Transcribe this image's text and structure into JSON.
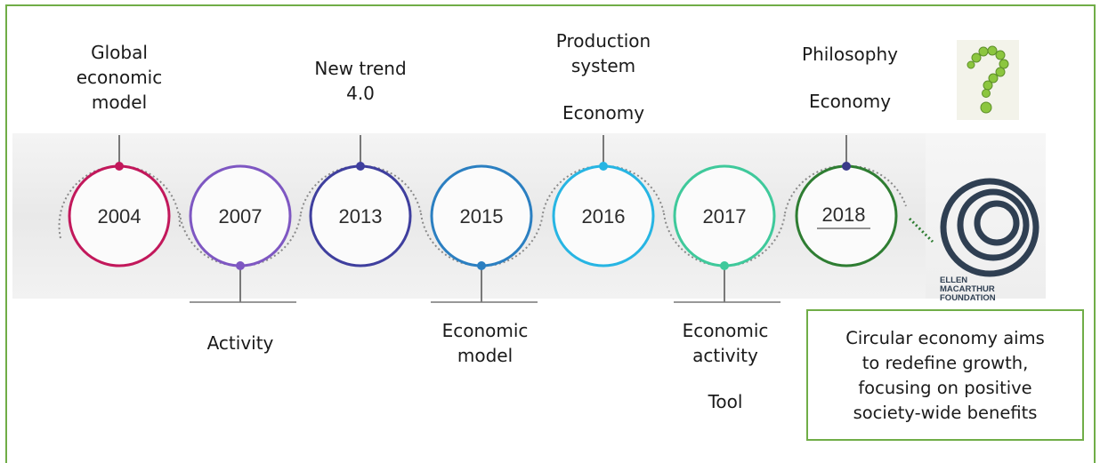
{
  "timeline": {
    "years": [
      "2004",
      "2007",
      "2013",
      "2015",
      "2016",
      "2017",
      "2018"
    ],
    "colors": [
      "#c2185b",
      "#7e57c2",
      "#3f3f9e",
      "#2b7fc1",
      "#27b5e3",
      "#3fc99b",
      "#2e7d32"
    ]
  },
  "labels_top": {
    "y2004": [
      "Global",
      "economic",
      "model"
    ],
    "y2013": [
      "New trend",
      "4.0"
    ],
    "y2016_a": [
      "Production",
      "system"
    ],
    "y2016_b": "Economy",
    "y2018_a": "Philosophy",
    "y2018_b": "Economy"
  },
  "labels_bottom": {
    "y2007": "Activity",
    "y2015": [
      "Economic",
      "model"
    ],
    "y2017_a": [
      "Economic",
      "activity"
    ],
    "y2017_b": "Tool"
  },
  "foundation": {
    "lines": [
      "ELLEN",
      "MACARTHUR",
      "FOUNDATION"
    ]
  },
  "question_icon": "question-mark-icon",
  "callout": {
    "lines": [
      "Circular economy aims",
      "to redefine growth,",
      "focusing on positive",
      "society-wide benefits"
    ]
  }
}
